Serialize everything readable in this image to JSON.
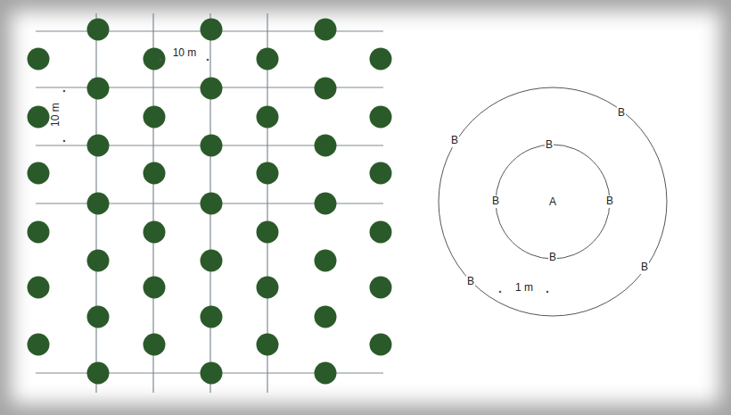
{
  "diagram": {
    "labels": [
      "10 m",
      "10 m",
      "B",
      "B",
      "B",
      "A",
      "B",
      "B",
      "B",
      "B",
      "B",
      "1 m"
    ]
  }
}
